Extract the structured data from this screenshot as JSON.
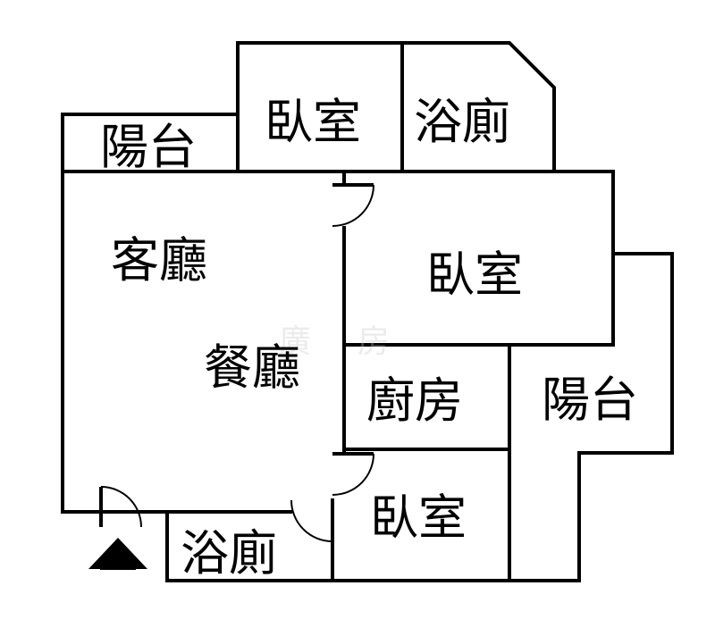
{
  "rooms": {
    "balcony_top": "陽台",
    "bedroom_top": "臥室",
    "bathroom_top": "浴廁",
    "living_room": "客廳",
    "bedroom_middle": "臥室",
    "dining_room": "餐廳",
    "kitchen": "廚房",
    "balcony_right": "陽台",
    "bedroom_bottom": "臥室",
    "bathroom_bottom": "浴廁"
  },
  "icons": {
    "entrance": "entrance-arrow-icon"
  },
  "colors": {
    "wall": "#000000",
    "background": "#ffffff"
  }
}
